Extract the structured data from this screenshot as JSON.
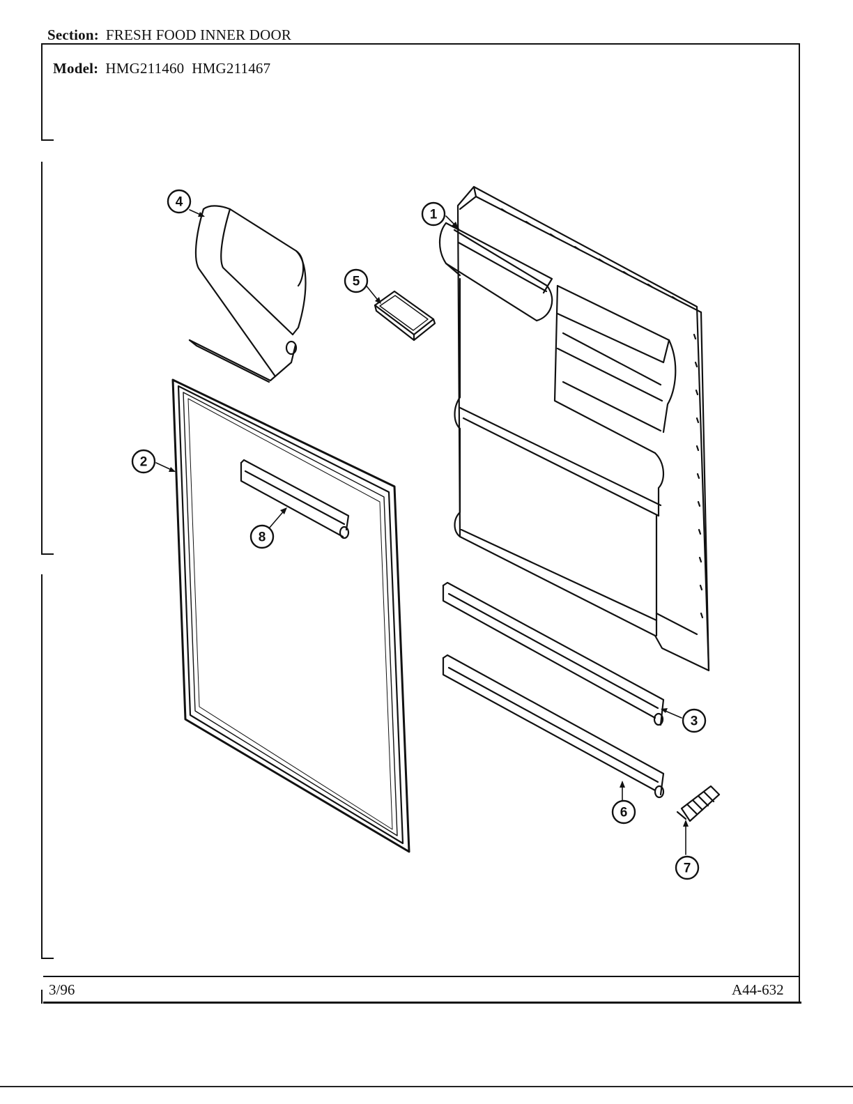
{
  "header": {
    "section_label": "Section:",
    "section_value": "FRESH FOOD INNER DOOR",
    "model_label": "Model:",
    "model_value": "HMG211460  HMG211467"
  },
  "footer": {
    "date": "3/96",
    "code": "A44-632"
  },
  "callouts": [
    "1",
    "2",
    "3",
    "4",
    "5",
    "6",
    "7",
    "8"
  ]
}
